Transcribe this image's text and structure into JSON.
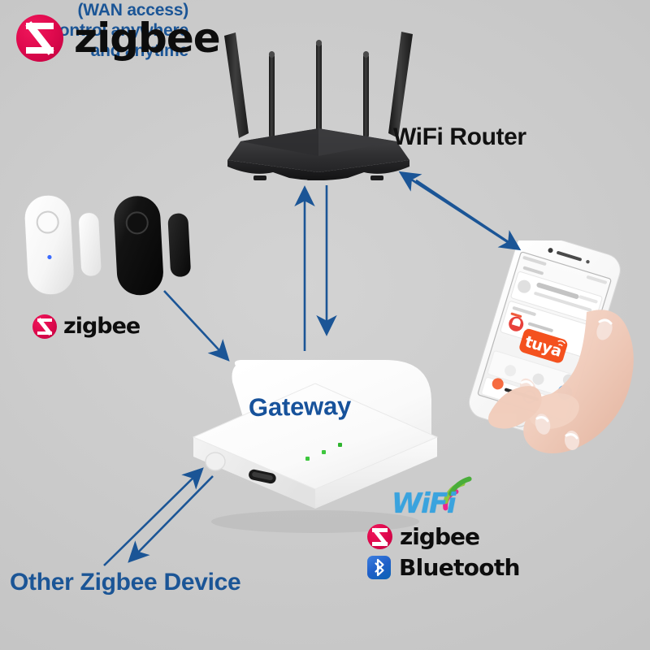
{
  "background": {
    "color": "#c9c9c9"
  },
  "labels": {
    "wifi_router": "WiFi Router",
    "wan_line1": "(WAN access)",
    "wan_line2": "control anywhere",
    "wan_line3": "and anytime",
    "gateway": "Gateway",
    "other_zigbee_device": "Other Zigbee Device"
  },
  "logos": {
    "zigbee_top": {
      "word": "zigbee",
      "mark": "zigbee-z-mark",
      "mark_color": "#e00a4e"
    },
    "zigbee_sensors": {
      "word": "zigbee",
      "mark": "zigbee-z-mark",
      "mark_color": "#e00a4e"
    },
    "zigbee_protocol": {
      "word": "zigbee",
      "mark": "zigbee-z-mark",
      "mark_color": "#e00a4e"
    },
    "bluetooth": {
      "word": "Bluetooth",
      "mark": "bluetooth-rune",
      "mark_color": "#1f5fc8"
    },
    "wifi": {
      "word": "WiFi",
      "text_color": "#3aa3de",
      "arc_inner_color": "#ec268f",
      "arc_outer_color": "#8dc63f"
    },
    "tuya": {
      "word": "tuya",
      "badge_color": "#f4511e"
    }
  },
  "devices": {
    "router": {
      "name": "WiFi Router",
      "antenna_count": 5,
      "body_color": "#2b2b2b"
    },
    "gateway": {
      "name": "Gateway",
      "body_color": "#ffffff",
      "led_count": 3,
      "led_color": "#3ec73e",
      "port": "usb-c",
      "button": "reset-button"
    },
    "sensor_white": {
      "name": "Zigbee Door Sensor (white)",
      "body_color": "#ffffff",
      "led_color": "#3060ff"
    },
    "sensor_black": {
      "name": "Zigbee Door Sensor (black)",
      "body_color": "#151515"
    },
    "phone": {
      "name": "Smartphone running Tuya app",
      "body_color": "#f2f2f2",
      "app": "tuya"
    }
  },
  "arrows": {
    "color": "#1b5596",
    "connections": [
      {
        "from": "gateway",
        "to": "router",
        "direction": "up"
      },
      {
        "from": "router",
        "to": "gateway",
        "direction": "down"
      },
      {
        "from": "router",
        "to": "phone",
        "direction": "down-right"
      },
      {
        "from": "phone",
        "to": "router",
        "direction": "up-left"
      },
      {
        "from": "door-sensors",
        "to": "gateway",
        "direction": "down-right"
      },
      {
        "from": "other-zigbee-device",
        "to": "gateway",
        "direction": "up-right"
      },
      {
        "from": "gateway",
        "to": "other-zigbee-device",
        "direction": "down-left"
      }
    ]
  }
}
